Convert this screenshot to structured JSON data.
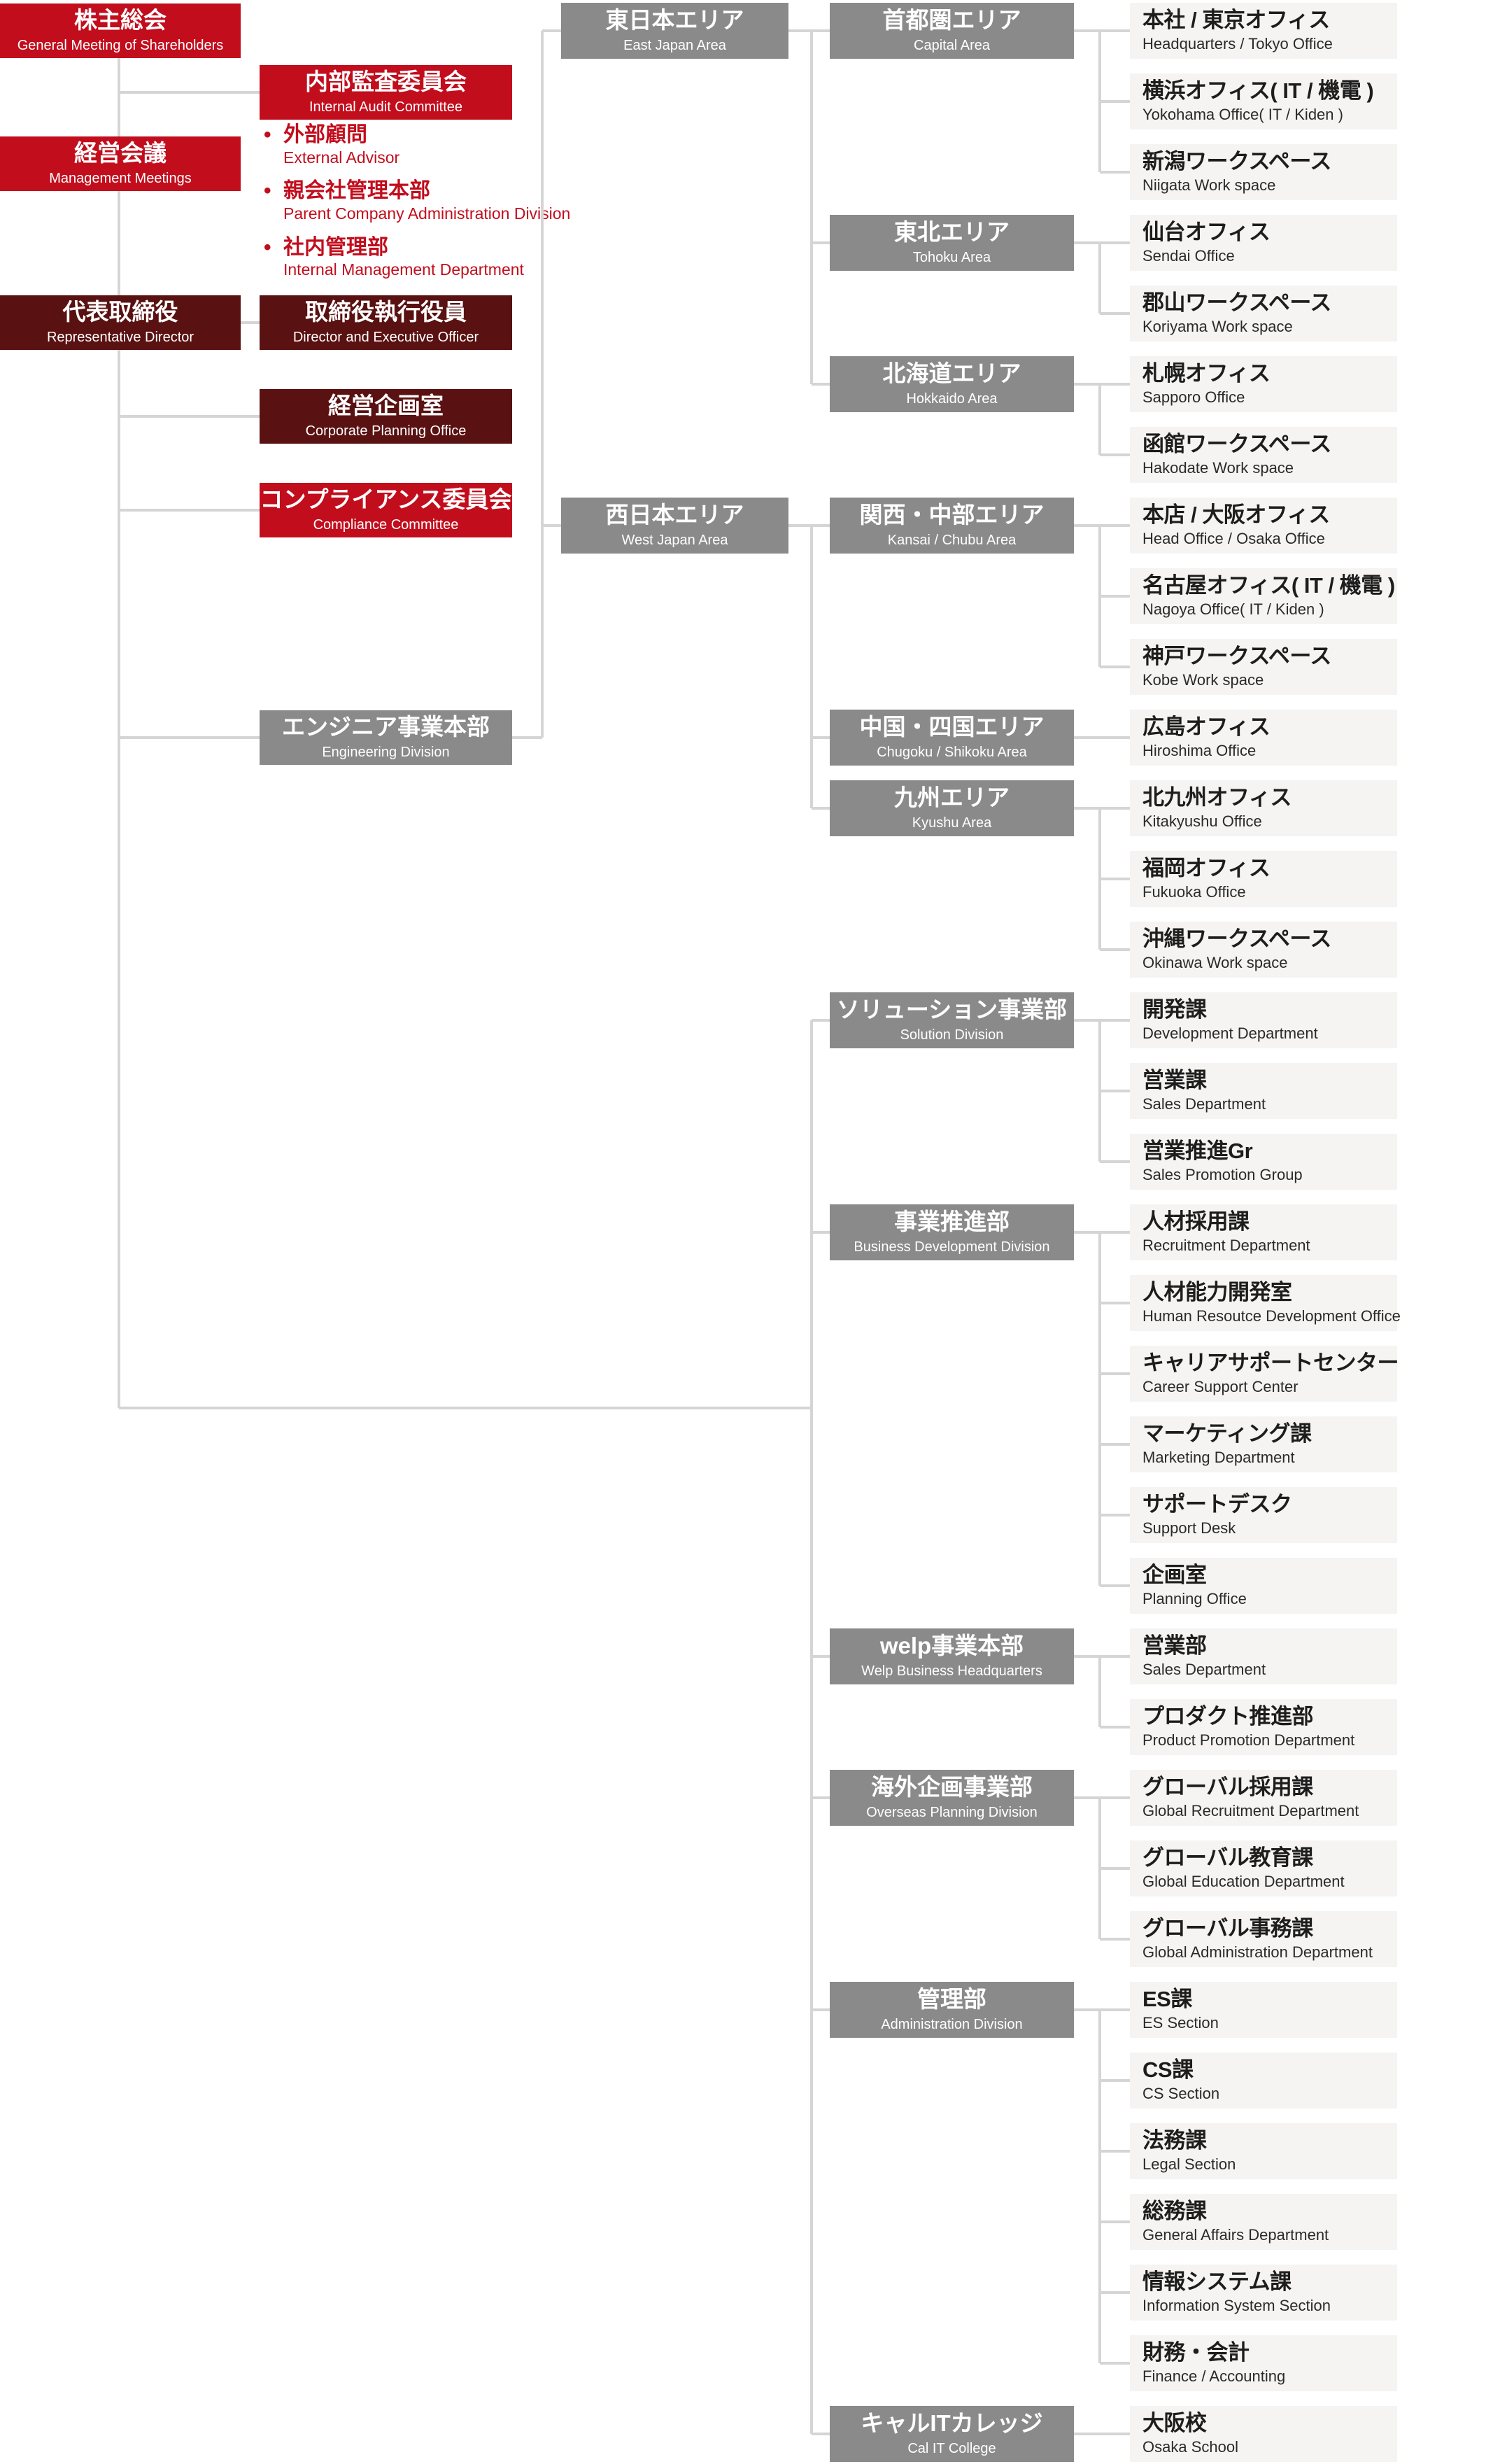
{
  "palette": {
    "bright_red": "#c20d1d",
    "dark_maroon": "#5a1111",
    "gray": "#8a8a8a",
    "leaf_background": "#f5f4f2",
    "connector_line": "#d5d5d5",
    "leaf_title_color": "#1d1d1d",
    "leaf_subtitle_color": "#2a2a2a"
  },
  "governance": {
    "shareholders": {
      "jp": "株主総会",
      "en": "General Meeting of Shareholders"
    },
    "management_meetings": {
      "jp": "経営会議",
      "en": "Management Meetings"
    },
    "representative_director": {
      "jp": "代表取締役",
      "en": "Representative Director"
    },
    "internal_audit_committee": {
      "jp": "内部監査委員会",
      "en": "Internal Audit Committee"
    },
    "director_and_executive_officer": {
      "jp": "取締役執行役員",
      "en": "Director and Executive Officer"
    },
    "corporate_planning_office": {
      "jp": "経営企画室",
      "en": "Corporate Planning Office"
    },
    "compliance_committee": {
      "jp": "コンプライアンス委員会",
      "en": "Compliance Committee"
    },
    "engineering_division": {
      "jp": "エンジニア事業本部",
      "en": "Engineering Division"
    },
    "advisors": [
      {
        "jp": "外部顧問",
        "en": "External Advisor"
      },
      {
        "jp": "親会社管理本部",
        "en": "Parent Company Administration Division"
      },
      {
        "jp": "社内管理部",
        "en": "Internal Management Department"
      }
    ]
  },
  "area_headquarters": {
    "east_japan": {
      "jp": "東日本エリア",
      "en": "East Japan Area"
    },
    "west_japan": {
      "jp": "西日本エリア",
      "en": "West Japan Area"
    }
  },
  "regions": [
    {
      "jp": "首都圏エリア",
      "en": "Capital Area",
      "offices": [
        {
          "jp": "本社 / 東京オフィス",
          "en": "Headquarters / Tokyo Office"
        },
        {
          "jp": "横浜オフィス( IT / 機電 )",
          "en": "Yokohama Office( IT / Kiden )"
        },
        {
          "jp": "新潟ワークスペース",
          "en": "Niigata Work space"
        }
      ]
    },
    {
      "jp": "東北エリア",
      "en": "Tohoku Area",
      "offices": [
        {
          "jp": "仙台オフィス",
          "en": "Sendai Office"
        },
        {
          "jp": "郡山ワークスペース",
          "en": "Koriyama Work space"
        }
      ]
    },
    {
      "jp": "北海道エリア",
      "en": "Hokkaido Area",
      "offices": [
        {
          "jp": "札幌オフィス",
          "en": "Sapporo Office"
        },
        {
          "jp": "函館ワークスペース",
          "en": "Hakodate Work space"
        }
      ]
    },
    {
      "jp": "関西・中部エリア",
      "en": "Kansai / Chubu Area",
      "offices": [
        {
          "jp": "本店 / 大阪オフィス",
          "en": "Head Office / Osaka Office"
        },
        {
          "jp": "名古屋オフィス( IT / 機電 )",
          "en": "Nagoya Office( IT / Kiden )"
        },
        {
          "jp": "神戸ワークスペース",
          "en": "Kobe Work space"
        }
      ]
    },
    {
      "jp": "中国・四国エリア",
      "en": "Chugoku / Shikoku Area",
      "offices": [
        {
          "jp": "広島オフィス",
          "en": "Hiroshima Office"
        }
      ]
    },
    {
      "jp": "九州エリア",
      "en": "Kyushu Area",
      "offices": [
        {
          "jp": "北九州オフィス",
          "en": "Kitakyushu Office"
        },
        {
          "jp": "福岡オフィス",
          "en": "Fukuoka Office"
        },
        {
          "jp": "沖縄ワークスペース",
          "en": "Okinawa Work space"
        }
      ]
    }
  ],
  "divisions": [
    {
      "jp": "ソリューション事業部",
      "en": "Solution Division",
      "departments": [
        {
          "jp": "開発課",
          "en": "Development Department"
        },
        {
          "jp": "営業課",
          "en": "Sales Department"
        },
        {
          "jp": "営業推進Gr",
          "en": "Sales Promotion Group"
        }
      ]
    },
    {
      "jp": "事業推進部",
      "en": "Business Development Division",
      "departments": [
        {
          "jp": "人材採用課",
          "en": "Recruitment Department"
        },
        {
          "jp": "人材能力開発室",
          "en": "Human Resoutce Development Office"
        },
        {
          "jp": "キャリアサポートセンター",
          "en": "Career Support Center"
        },
        {
          "jp": "マーケティング課",
          "en": "Marketing Department"
        },
        {
          "jp": "サポートデスク",
          "en": "Support Desk"
        },
        {
          "jp": "企画室",
          "en": "Planning Office"
        }
      ]
    },
    {
      "jp": "welp事業本部",
      "en": "Welp Business Headquarters",
      "departments": [
        {
          "jp": "営業部",
          "en": "Sales Department"
        },
        {
          "jp": "プロダクト推進部",
          "en": "Product Promotion Department"
        }
      ]
    },
    {
      "jp": "海外企画事業部",
      "en": "Overseas Planning Division",
      "departments": [
        {
          "jp": "グローバル採用課",
          "en": "Global Recruitment Department"
        },
        {
          "jp": "グローバル教育課",
          "en": "Global Education Department"
        },
        {
          "jp": "グローバル事務課",
          "en": "Global Administration Department"
        }
      ]
    },
    {
      "jp": "管理部",
      "en": "Administration Division",
      "departments": [
        {
          "jp": "ES課",
          "en": "ES Section"
        },
        {
          "jp": "CS課",
          "en": "CS Section"
        },
        {
          "jp": "法務課",
          "en": "Legal Section"
        },
        {
          "jp": "総務課",
          "en": "General Affairs Department"
        },
        {
          "jp": "情報システム課",
          "en": "Information System Section"
        },
        {
          "jp": "財務・会計",
          "en": "Finance / Accounting"
        }
      ]
    },
    {
      "jp": "キャルITカレッジ",
      "en": "Cal IT College",
      "departments": [
        {
          "jp": "大阪校",
          "en": "Osaka School"
        }
      ]
    }
  ]
}
